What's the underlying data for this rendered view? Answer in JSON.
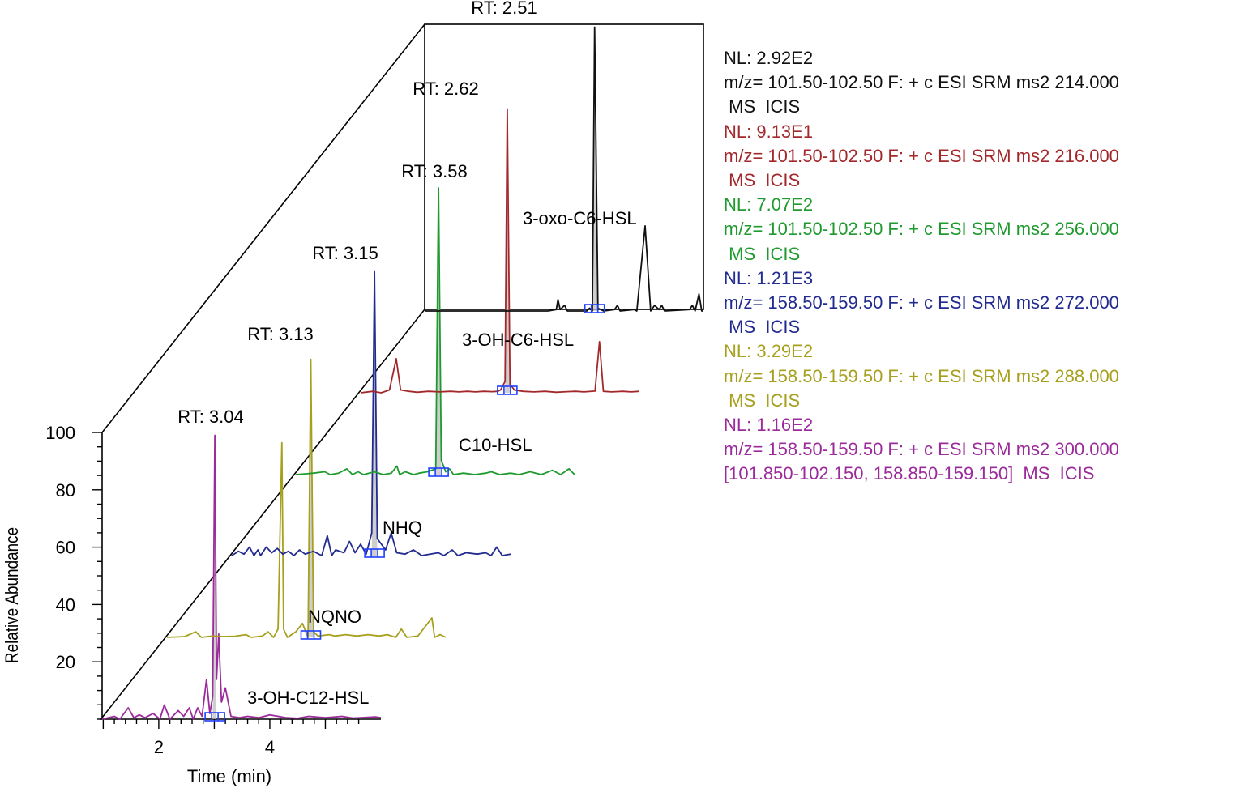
{
  "chart_data": {
    "type": "line",
    "layout": "stacked-3d-chromatograms",
    "xlabel": "Time (min)",
    "ylabel": "Relative Abundance",
    "xlim": [
      0.98,
      6.0
    ],
    "ylim": [
      0,
      100
    ],
    "x_ticks": [
      2,
      4
    ],
    "y_ticks": [
      20,
      40,
      60,
      80,
      100
    ],
    "colors": {
      "peak_marker": "#1f3fff",
      "peak_fill": "#bdbdbd",
      "axis": "#000000"
    },
    "series": [
      {
        "name": "3-OH-C12-HSL",
        "color": "#9b2a9b",
        "rt_label": "RT: 3.04",
        "peak_rt": 3.04,
        "points": [
          [
            0.98,
            0
          ],
          [
            1.2,
            1
          ],
          [
            1.3,
            0
          ],
          [
            1.45,
            4
          ],
          [
            1.55,
            0.5
          ],
          [
            1.65,
            1.5
          ],
          [
            1.75,
            0.5
          ],
          [
            1.9,
            2
          ],
          [
            2.02,
            0
          ],
          [
            2.1,
            5
          ],
          [
            2.2,
            0
          ],
          [
            2.35,
            3
          ],
          [
            2.45,
            1
          ],
          [
            2.55,
            4
          ],
          [
            2.62,
            0
          ],
          [
            2.7,
            4
          ],
          [
            2.78,
            1
          ],
          [
            2.86,
            14
          ],
          [
            2.92,
            2
          ],
          [
            2.97,
            8
          ],
          [
            3.01,
            100
          ],
          [
            3.04,
            14
          ],
          [
            3.08,
            30
          ],
          [
            3.13,
            6
          ],
          [
            3.2,
            11
          ],
          [
            3.3,
            1
          ],
          [
            3.45,
            0.5
          ],
          [
            3.6,
            1
          ],
          [
            3.8,
            0.5
          ],
          [
            4.0,
            1.5
          ],
          [
            4.3,
            0.5
          ],
          [
            4.5,
            0.3
          ],
          [
            4.7,
            1
          ],
          [
            5.0,
            0.5
          ],
          [
            5.3,
            1
          ],
          [
            5.5,
            0.4
          ],
          [
            5.9,
            0.8
          ],
          [
            6.0,
            0.5
          ]
        ]
      },
      {
        "name": "NQNO",
        "color": "#a6a01e",
        "rt_label": "RT: 3.13",
        "peak_rt": 3.13,
        "points": [
          [
            0.98,
            0
          ],
          [
            1.3,
            0.3
          ],
          [
            1.5,
            2
          ],
          [
            1.6,
            0
          ],
          [
            1.8,
            0.5
          ],
          [
            2.0,
            0.3
          ],
          [
            2.2,
            0.4
          ],
          [
            2.4,
            1
          ],
          [
            2.5,
            0
          ],
          [
            2.7,
            0.5
          ],
          [
            2.8,
            2
          ],
          [
            2.9,
            0
          ],
          [
            2.98,
            3
          ],
          [
            3.05,
            70
          ],
          [
            3.08,
            3
          ],
          [
            3.15,
            0
          ],
          [
            3.3,
            2
          ],
          [
            3.42,
            5
          ],
          [
            3.52,
            0
          ],
          [
            3.57,
            100
          ],
          [
            3.62,
            2
          ],
          [
            3.7,
            0.5
          ],
          [
            3.9,
            1
          ],
          [
            4.0,
            0.5
          ],
          [
            4.2,
            1
          ],
          [
            4.4,
            0.5
          ],
          [
            4.6,
            1
          ],
          [
            4.8,
            0.5
          ],
          [
            4.95,
            1
          ],
          [
            5.1,
            0
          ],
          [
            5.2,
            3
          ],
          [
            5.3,
            0
          ],
          [
            5.5,
            0.5
          ],
          [
            5.75,
            7
          ],
          [
            5.8,
            0
          ],
          [
            5.9,
            1
          ],
          [
            6.0,
            0
          ]
        ]
      },
      {
        "name": "NHQ",
        "color": "#222b8f",
        "rt_label": "RT: 3.15",
        "peak_rt": 3.15,
        "points": [
          [
            0.98,
            0
          ],
          [
            1.1,
            1.5
          ],
          [
            1.2,
            0.5
          ],
          [
            1.3,
            3
          ],
          [
            1.38,
            0
          ],
          [
            1.45,
            2
          ],
          [
            1.5,
            0
          ],
          [
            1.6,
            3
          ],
          [
            1.7,
            1
          ],
          [
            1.8,
            2.5
          ],
          [
            1.9,
            0.5
          ],
          [
            2.0,
            1.5
          ],
          [
            2.1,
            0
          ],
          [
            2.2,
            2
          ],
          [
            2.3,
            0.5
          ],
          [
            2.45,
            1.5
          ],
          [
            2.6,
            0
          ],
          [
            2.7,
            7
          ],
          [
            2.78,
            0
          ],
          [
            2.85,
            2
          ],
          [
            3.0,
            1
          ],
          [
            3.1,
            5
          ],
          [
            3.2,
            1
          ],
          [
            3.3,
            4
          ],
          [
            3.4,
            0.5
          ],
          [
            3.5,
            8
          ],
          [
            3.55,
            100
          ],
          [
            3.6,
            6
          ],
          [
            3.75,
            2
          ],
          [
            3.85,
            8
          ],
          [
            3.95,
            1
          ],
          [
            4.1,
            0.5
          ],
          [
            4.25,
            2
          ],
          [
            4.4,
            0
          ],
          [
            4.55,
            0.5
          ],
          [
            4.7,
            1
          ],
          [
            4.8,
            0
          ],
          [
            4.95,
            2
          ],
          [
            5.05,
            0
          ],
          [
            5.2,
            1
          ],
          [
            5.4,
            0.5
          ],
          [
            5.55,
            1
          ],
          [
            5.65,
            0
          ],
          [
            5.75,
            3
          ],
          [
            5.85,
            0
          ],
          [
            6.0,
            0.5
          ]
        ]
      },
      {
        "name": "C10-HSL",
        "color": "#1e9a2e",
        "rt_label": "RT: 3.58",
        "peak_rt": 3.58,
        "points": [
          [
            0.98,
            0
          ],
          [
            1.3,
            0.5
          ],
          [
            1.5,
            1
          ],
          [
            1.6,
            0
          ],
          [
            1.75,
            0.5
          ],
          [
            1.9,
            2
          ],
          [
            2.0,
            0
          ],
          [
            2.1,
            1
          ],
          [
            2.2,
            0
          ],
          [
            2.4,
            1
          ],
          [
            2.55,
            0
          ],
          [
            2.7,
            0.5
          ],
          [
            2.8,
            3
          ],
          [
            2.85,
            0
          ],
          [
            2.95,
            1
          ],
          [
            3.1,
            0
          ],
          [
            3.2,
            0.5
          ],
          [
            3.35,
            1
          ],
          [
            3.5,
            2
          ],
          [
            3.55,
            100
          ],
          [
            3.6,
            5
          ],
          [
            3.68,
            1
          ],
          [
            3.75,
            2
          ],
          [
            3.82,
            0
          ],
          [
            4.0,
            0.5
          ],
          [
            4.2,
            0
          ],
          [
            4.4,
            0.5
          ],
          [
            4.5,
            1
          ],
          [
            4.65,
            0
          ],
          [
            4.85,
            0.5
          ],
          [
            5.0,
            0
          ],
          [
            5.2,
            1
          ],
          [
            5.4,
            0
          ],
          [
            5.6,
            1.5
          ],
          [
            5.75,
            0
          ],
          [
            5.9,
            2
          ],
          [
            6.0,
            0
          ]
        ]
      },
      {
        "name": "3-OH-C6-HSL",
        "color": "#a3282b",
        "rt_label": "RT: 2.62",
        "peak_rt": 2.62,
        "points": [
          [
            0.98,
            0
          ],
          [
            1.2,
            0.5
          ],
          [
            1.35,
            0
          ],
          [
            1.5,
            1
          ],
          [
            1.62,
            12
          ],
          [
            1.7,
            1
          ],
          [
            1.85,
            0.5
          ],
          [
            2.0,
            0.2
          ],
          [
            2.2,
            0.5
          ],
          [
            2.4,
            0.3
          ],
          [
            2.6,
            0.5
          ],
          [
            2.75,
            0.3
          ],
          [
            2.9,
            0.5
          ],
          [
            3.05,
            0.3
          ],
          [
            3.2,
            0.5
          ],
          [
            3.35,
            0.4
          ],
          [
            3.45,
            0.5
          ],
          [
            3.5,
            1
          ],
          [
            3.58,
            4
          ],
          [
            3.62,
            100
          ],
          [
            3.67,
            3
          ],
          [
            3.75,
            1
          ],
          [
            3.9,
            0.5
          ],
          [
            4.1,
            0.3
          ],
          [
            4.3,
            0.5
          ],
          [
            4.5,
            0.2
          ],
          [
            4.7,
            0.4
          ],
          [
            4.85,
            0.5
          ],
          [
            5.0,
            0.3
          ],
          [
            5.2,
            0.6
          ],
          [
            5.28,
            18
          ],
          [
            5.35,
            0.5
          ],
          [
            5.5,
            0.3
          ],
          [
            5.7,
            0.5
          ],
          [
            5.85,
            0.3
          ],
          [
            6.0,
            0.5
          ]
        ]
      },
      {
        "name": "3-oxo-C6-HSL",
        "color": "#111111",
        "rt_label": "RT: 2.51",
        "peak_rt": 2.51,
        "points": [
          [
            0.98,
            0
          ],
          [
            3.2,
            0
          ],
          [
            3.35,
            0.5
          ],
          [
            3.38,
            4
          ],
          [
            3.42,
            0.5
          ],
          [
            3.5,
            2
          ],
          [
            3.55,
            0
          ],
          [
            3.9,
            0
          ],
          [
            3.95,
            1
          ],
          [
            4.0,
            0
          ],
          [
            4.04,
            100
          ],
          [
            4.1,
            1
          ],
          [
            4.2,
            0
          ],
          [
            4.4,
            0.5
          ],
          [
            4.45,
            2
          ],
          [
            4.5,
            0
          ],
          [
            4.75,
            0.5
          ],
          [
            4.8,
            0
          ],
          [
            4.95,
            30
          ],
          [
            5.05,
            0
          ],
          [
            5.12,
            2
          ],
          [
            5.2,
            0.5
          ],
          [
            5.25,
            2
          ],
          [
            5.3,
            0
          ],
          [
            5.75,
            0.5
          ],
          [
            5.8,
            2
          ],
          [
            5.85,
            0
          ],
          [
            5.92,
            6
          ],
          [
            5.97,
            0
          ],
          [
            6.0,
            0
          ]
        ]
      }
    ],
    "legend": [
      {
        "color": "#111111",
        "lines": [
          "NL: 2.92E2",
          "m/z= 101.50-102.50 F: + c ESI SRM ms2 214.000",
          " MS  ICIS"
        ]
      },
      {
        "color": "#a3282b",
        "lines": [
          "NL: 9.13E1",
          "m/z= 101.50-102.50 F: + c ESI SRM ms2 216.000",
          " MS  ICIS"
        ]
      },
      {
        "color": "#1e9a2e",
        "lines": [
          "NL: 7.07E2",
          "m/z= 101.50-102.50 F: + c ESI SRM ms2 256.000",
          " MS  ICIS"
        ]
      },
      {
        "color": "#222b8f",
        "lines": [
          "NL: 1.21E3",
          "m/z= 158.50-159.50 F: + c ESI SRM ms2 272.000",
          " MS  ICIS"
        ]
      },
      {
        "color": "#a6a01e",
        "lines": [
          "NL: 3.29E2",
          "m/z= 158.50-159.50 F: + c ESI SRM ms2 288.000",
          " MS  ICIS"
        ]
      },
      {
        "color": "#9b2a9b",
        "lines": [
          "NL: 1.16E2",
          "m/z= 158.50-159.50 F: + c ESI SRM ms2 300.000",
          "[101.850-102.150, 158.850-159.150]  MS  ICIS"
        ]
      }
    ]
  }
}
